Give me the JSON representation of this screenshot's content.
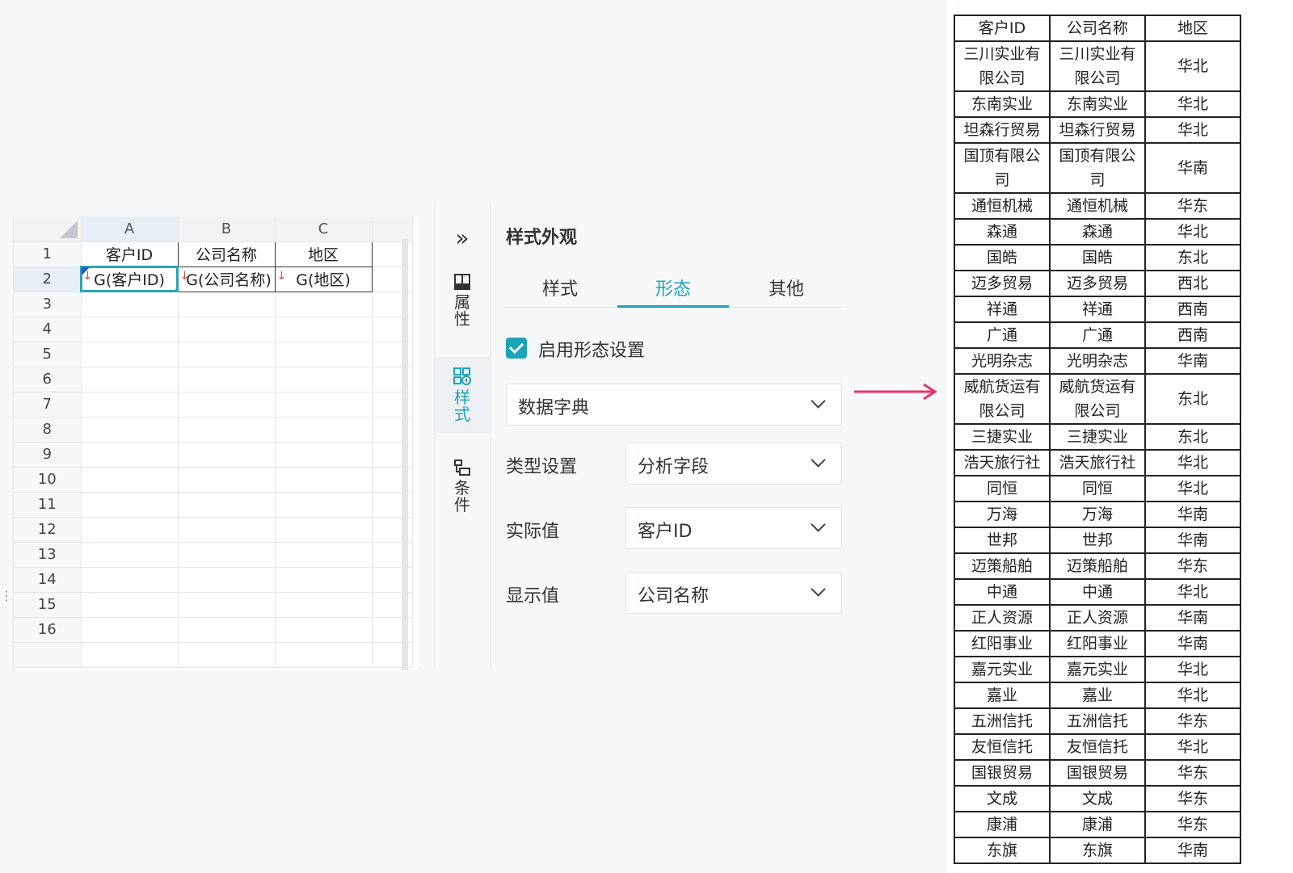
{
  "spreadsheet": {
    "columns": [
      "A",
      "B",
      "C"
    ],
    "rows": [
      "1",
      "2",
      "3",
      "4",
      "5",
      "6",
      "7",
      "8",
      "9",
      "10",
      "11",
      "12",
      "13",
      "14",
      "15",
      "16"
    ],
    "header_cells": [
      "客户ID",
      "公司名称",
      "地区"
    ],
    "data_cells": [
      "G(客户ID)",
      "G(公司名称)",
      "G(地区)"
    ]
  },
  "side_tabs": [
    {
      "label": "属\n性",
      "icon": "layout-icon"
    },
    {
      "label": "样\n式",
      "icon": "style-icon"
    },
    {
      "label": "条\n件",
      "icon": "condition-icon"
    }
  ],
  "panel": {
    "title": "样式外观",
    "tabs": [
      "样式",
      "形态",
      "其他"
    ],
    "active_tab": "形态",
    "enable_checkbox_label": "启用形态设置",
    "mode_select": "数据字典",
    "type_label": "类型设置",
    "type_value": "分析字段",
    "actual_label": "实际值",
    "actual_value": "客户ID",
    "display_label": "显示值",
    "display_value": "公司名称"
  },
  "colors": {
    "accent": "#1ba3b8",
    "arrow": "#e8336b",
    "active_cell_border": "#2aa3b8"
  },
  "result_table": {
    "headers": [
      "客户ID",
      "公司名称",
      "地区"
    ],
    "rows": [
      [
        "三川实业有限公司",
        "三川实业有限公司",
        "华北"
      ],
      [
        "东南实业",
        "东南实业",
        "华北"
      ],
      [
        "坦森行贸易",
        "坦森行贸易",
        "华北"
      ],
      [
        "国顶有限公司",
        "国顶有限公司",
        "华南"
      ],
      [
        "通恒机械",
        "通恒机械",
        "华东"
      ],
      [
        "森通",
        "森通",
        "华北"
      ],
      [
        "国皓",
        "国皓",
        "东北"
      ],
      [
        "迈多贸易",
        "迈多贸易",
        "西北"
      ],
      [
        "祥通",
        "祥通",
        "西南"
      ],
      [
        "广通",
        "广通",
        "西南"
      ],
      [
        "光明杂志",
        "光明杂志",
        "华南"
      ],
      [
        "威航货运有限公司",
        "威航货运有限公司",
        "东北"
      ],
      [
        "三捷实业",
        "三捷实业",
        "东北"
      ],
      [
        "浩天旅行社",
        "浩天旅行社",
        "华北"
      ],
      [
        "同恒",
        "同恒",
        "华北"
      ],
      [
        "万海",
        "万海",
        "华南"
      ],
      [
        "世邦",
        "世邦",
        "华南"
      ],
      [
        "迈策船舶",
        "迈策船舶",
        "华东"
      ],
      [
        "中通",
        "中通",
        "华北"
      ],
      [
        "正人资源",
        "正人资源",
        "华南"
      ],
      [
        "红阳事业",
        "红阳事业",
        "华南"
      ],
      [
        "嘉元实业",
        "嘉元实业",
        "华北"
      ],
      [
        "嘉业",
        "嘉业",
        "华北"
      ],
      [
        "五洲信托",
        "五洲信托",
        "华东"
      ],
      [
        "友恒信托",
        "友恒信托",
        "华北"
      ],
      [
        "国银贸易",
        "国银贸易",
        "华东"
      ],
      [
        "文成",
        "文成",
        "华东"
      ],
      [
        "康浦",
        "康浦",
        "华东"
      ],
      [
        "东旗",
        "东旗",
        "华南"
      ]
    ]
  }
}
